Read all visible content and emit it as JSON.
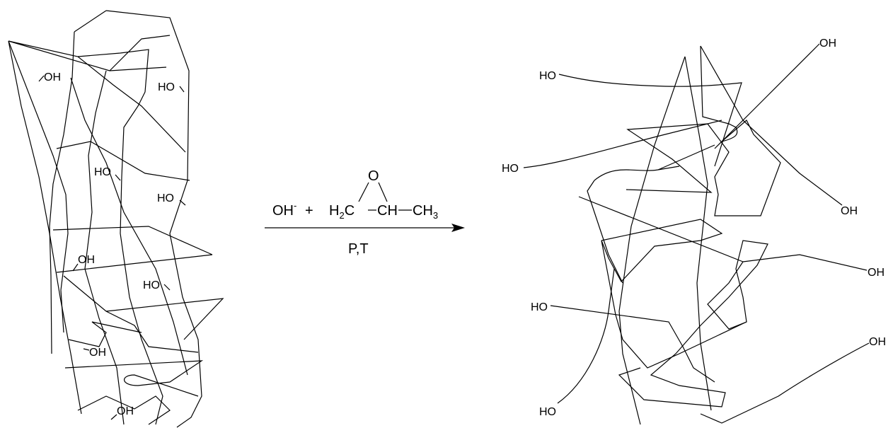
{
  "reactant": {
    "hydroxyl_label": "OH",
    "hydroxyl_label_rev": "HO"
  },
  "reaction": {
    "catalyst": "OH",
    "catalyst_charge": "-",
    "plus": "+",
    "epoxide_oxygen": "O",
    "ch2_h": "H",
    "ch2_sub": "2",
    "ch2_c": "C",
    "ch": "CH",
    "ch3_ch": "CH",
    "ch3_sub": "3",
    "conditions": "P,T"
  },
  "product": {
    "hydroxyl_label": "OH",
    "hydroxyl_label_rev": "HO"
  }
}
